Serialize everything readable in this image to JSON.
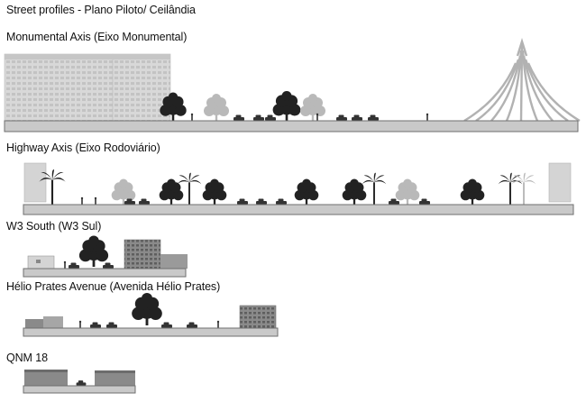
{
  "title": "Street profiles - Plano Piloto/ Ceilândia",
  "profiles": [
    {
      "id": "monumental",
      "label": "Monumental Axis (Eixo Monumental)"
    },
    {
      "id": "highway",
      "label": "Highway Axis (Eixo Rodoviário)"
    },
    {
      "id": "w3",
      "label": "W3 South (W3 Sul)"
    },
    {
      "id": "helio",
      "label": "Hélio Prates Avenue (Avenida Hélio Prates)"
    },
    {
      "id": "qnm",
      "label": "QNM 18"
    }
  ],
  "colors": {
    "ground": "#c9c9c9",
    "ground_line": "#6f6f6f",
    "tree_dark": "#222222",
    "tree_light": "#b9b9b9",
    "building": "#d4d4d4"
  }
}
